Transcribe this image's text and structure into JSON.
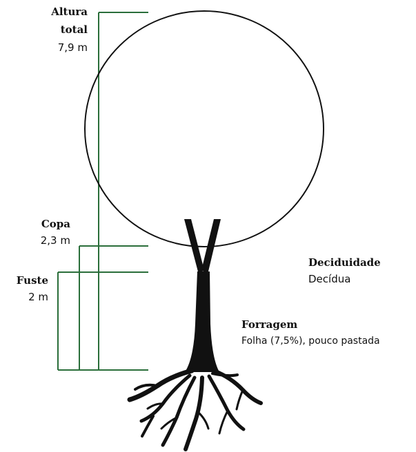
{
  "colors": {
    "measure_line": "#2a6e3a",
    "outline": "#111111",
    "trunk": "#111111"
  },
  "labels": {
    "altura_total": {
      "title_line1": "Altura",
      "title_line2": "total",
      "value": "7,9 m"
    },
    "copa": {
      "title": "Copa",
      "value": "2,3 m"
    },
    "fuste": {
      "title": "Fuste",
      "value": "2 m"
    },
    "deciduidade": {
      "title": "Deciduidade",
      "value": "Decídua"
    },
    "forragem": {
      "title": "Forragem",
      "value": "Folha (7,5%), pouco pastada"
    }
  },
  "measurements_m": {
    "altura_total": 7.9,
    "copa": 2.3,
    "fuste": 2.0
  }
}
